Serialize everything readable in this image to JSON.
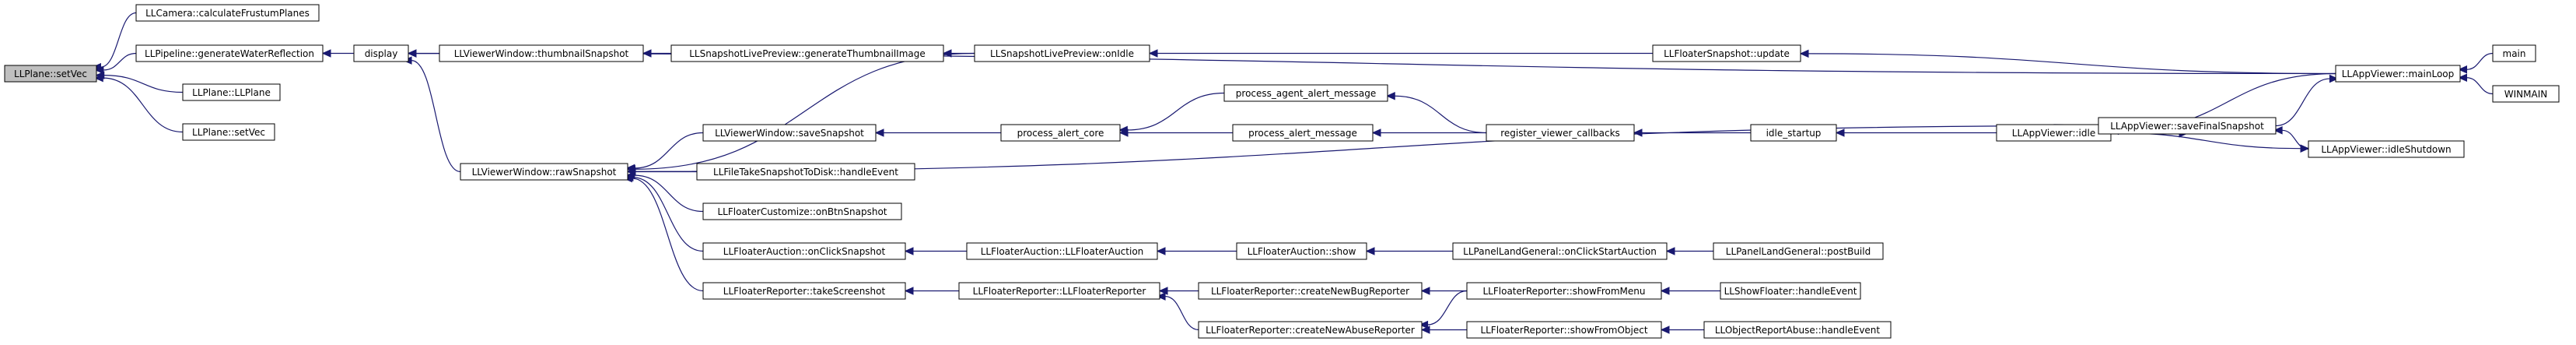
{
  "diagram": {
    "kind": "call-graph",
    "colors": {
      "edge": "#191970",
      "node_border": "#000000",
      "root_fill": "#bfbfbf",
      "node_fill": "#ffffff"
    },
    "nodes": [
      {
        "id": "setVec",
        "label": "LLPlane::setVec",
        "root": true
      },
      {
        "id": "calcFrustum",
        "label": "LLCamera::calculateFrustumPlanes"
      },
      {
        "id": "genWaterRefl",
        "label": "LLPipeline::generateWaterReflection"
      },
      {
        "id": "llplane",
        "label": "LLPlane::LLPlane"
      },
      {
        "id": "setVec2",
        "label": "LLPlane::setVec"
      },
      {
        "id": "display",
        "label": "display"
      },
      {
        "id": "thumbSnap",
        "label": "LLViewerWindow::thumbnailSnapshot"
      },
      {
        "id": "genThumb",
        "label": "LLSnapshotLivePreview::generateThumbnailImage"
      },
      {
        "id": "onIdle",
        "label": "LLSnapshotLivePreview::onIdle"
      },
      {
        "id": "floaterSnapUpdate",
        "label": "LLFloaterSnapshot::update"
      },
      {
        "id": "mainLoop",
        "label": "LLAppViewer::mainLoop"
      },
      {
        "id": "main",
        "label": "main"
      },
      {
        "id": "winmain",
        "label": "WINMAIN"
      },
      {
        "id": "rawSnap",
        "label": "LLViewerWindow::rawSnapshot"
      },
      {
        "id": "saveSnap",
        "label": "LLViewerWindow::saveSnapshot"
      },
      {
        "id": "alertCore",
        "label": "process_alert_core"
      },
      {
        "id": "agentAlert",
        "label": "process_agent_alert_message"
      },
      {
        "id": "alertMsg",
        "label": "process_alert_message"
      },
      {
        "id": "regCallbacks",
        "label": "register_viewer_callbacks"
      },
      {
        "id": "idleStartup",
        "label": "idle_startup"
      },
      {
        "id": "appIdle",
        "label": "LLAppViewer::idle"
      },
      {
        "id": "saveFinal",
        "label": "LLAppViewer::saveFinalSnapshot"
      },
      {
        "id": "idleShutdown",
        "label": "LLAppViewer::idleShutdown"
      },
      {
        "id": "fileTake",
        "label": "LLFileTakeSnapshotToDisk::handleEvent"
      },
      {
        "id": "custBtn",
        "label": "LLFloaterCustomize::onBtnSnapshot"
      },
      {
        "id": "aucClick",
        "label": "LLFloaterAuction::onClickSnapshot"
      },
      {
        "id": "aucCtor",
        "label": "LLFloaterAuction::LLFloaterAuction"
      },
      {
        "id": "aucShow",
        "label": "LLFloaterAuction::show"
      },
      {
        "id": "landStartAuc",
        "label": "LLPanelLandGeneral::onClickStartAuction"
      },
      {
        "id": "landPostBuild",
        "label": "LLPanelLandGeneral::postBuild"
      },
      {
        "id": "repTake",
        "label": "LLFloaterReporter::takeScreenshot"
      },
      {
        "id": "repCtor",
        "label": "LLFloaterReporter::LLFloaterReporter"
      },
      {
        "id": "repBug",
        "label": "LLFloaterReporter::createNewBugReporter"
      },
      {
        "id": "repShowMenu",
        "label": "LLFloaterReporter::showFromMenu"
      },
      {
        "id": "showFloaterEvt",
        "label": "LLShowFloater::handleEvent"
      },
      {
        "id": "repAbuse",
        "label": "LLFloaterReporter::createNewAbuseReporter"
      },
      {
        "id": "repShowObj",
        "label": "LLFloaterReporter::showFromObject"
      },
      {
        "id": "objReportEvt",
        "label": "LLObjectReportAbuse::handleEvent"
      }
    ],
    "edges": [
      [
        "calcFrustum",
        "setVec"
      ],
      [
        "genWaterRefl",
        "setVec"
      ],
      [
        "llplane",
        "setVec"
      ],
      [
        "setVec2",
        "setVec"
      ],
      [
        "display",
        "genWaterRefl"
      ],
      [
        "thumbSnap",
        "display"
      ],
      [
        "rawSnap",
        "display"
      ],
      [
        "mainLoop",
        "display"
      ],
      [
        "genThumb",
        "thumbSnap"
      ],
      [
        "onIdle",
        "genThumb"
      ],
      [
        "onIdle",
        "rawSnap"
      ],
      [
        "floaterSnapUpdate",
        "onIdle"
      ],
      [
        "mainLoop",
        "floaterSnapUpdate"
      ],
      [
        "main",
        "mainLoop"
      ],
      [
        "winmain",
        "mainLoop"
      ],
      [
        "saveSnap",
        "rawSnap"
      ],
      [
        "fileTake",
        "rawSnap"
      ],
      [
        "custBtn",
        "rawSnap"
      ],
      [
        "aucClick",
        "rawSnap"
      ],
      [
        "repTake",
        "rawSnap"
      ],
      [
        "saveFinal",
        "rawSnap"
      ],
      [
        "alertCore",
        "saveSnap"
      ],
      [
        "agentAlert",
        "alertCore"
      ],
      [
        "alertMsg",
        "alertCore"
      ],
      [
        "regCallbacks",
        "agentAlert"
      ],
      [
        "regCallbacks",
        "alertMsg"
      ],
      [
        "idleStartup",
        "regCallbacks"
      ],
      [
        "appIdle",
        "idleStartup"
      ],
      [
        "mainLoop",
        "appIdle"
      ],
      [
        "appIdle",
        "saveFinal"
      ],
      [
        "saveFinal",
        "mainLoop"
      ],
      [
        "idleShutdown",
        "saveFinal"
      ],
      [
        "appIdle",
        "idleShutdown"
      ],
      [
        "aucCtor",
        "aucClick"
      ],
      [
        "aucShow",
        "aucCtor"
      ],
      [
        "landStartAuc",
        "aucShow"
      ],
      [
        "landPostBuild",
        "landStartAuc"
      ],
      [
        "repCtor",
        "repTake"
      ],
      [
        "repBug",
        "repCtor"
      ],
      [
        "repAbuse",
        "repCtor"
      ],
      [
        "repShowMenu",
        "repBug"
      ],
      [
        "repShowMenu",
        "repAbuse"
      ],
      [
        "showFloaterEvt",
        "repShowMenu"
      ],
      [
        "repShowObj",
        "repAbuse"
      ],
      [
        "objReportEvt",
        "repShowObj"
      ]
    ]
  }
}
